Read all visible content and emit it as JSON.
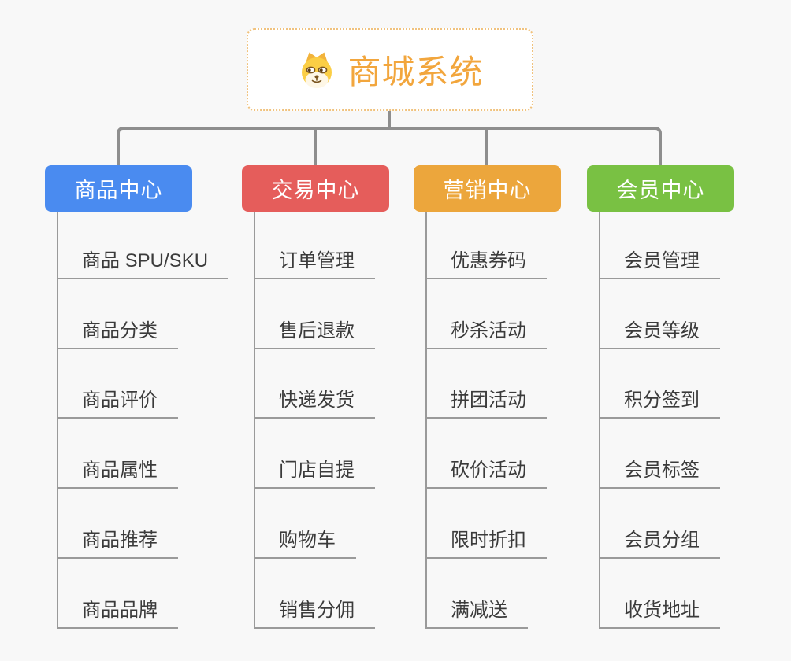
{
  "canvas": {
    "background": "#f8f8f8",
    "connector_color": "#8e8e8e",
    "line_color": "#9a9a9a"
  },
  "root": {
    "title": "商城系统",
    "title_color": "#f2a63d",
    "icon": "doge-icon"
  },
  "branches": [
    {
      "label": "商品中心",
      "color": "#4a8bf0",
      "items": [
        "商品 SPU/SKU",
        "商品分类",
        "商品评价",
        "商品属性",
        "商品推荐",
        "商品品牌"
      ]
    },
    {
      "label": "交易中心",
      "color": "#e55d5b",
      "items": [
        "订单管理",
        "售后退款",
        "快递发货",
        "门店自提",
        "购物车",
        "销售分佣"
      ]
    },
    {
      "label": "营销中心",
      "color": "#eca63c",
      "items": [
        "优惠券码",
        "秒杀活动",
        "拼团活动",
        "砍价活动",
        "限时折扣",
        "满减送"
      ]
    },
    {
      "label": "会员中心",
      "color": "#79c143",
      "items": [
        "会员管理",
        "会员等级",
        "积分签到",
        "会员标签",
        "会员分组",
        "收货地址"
      ]
    }
  ]
}
